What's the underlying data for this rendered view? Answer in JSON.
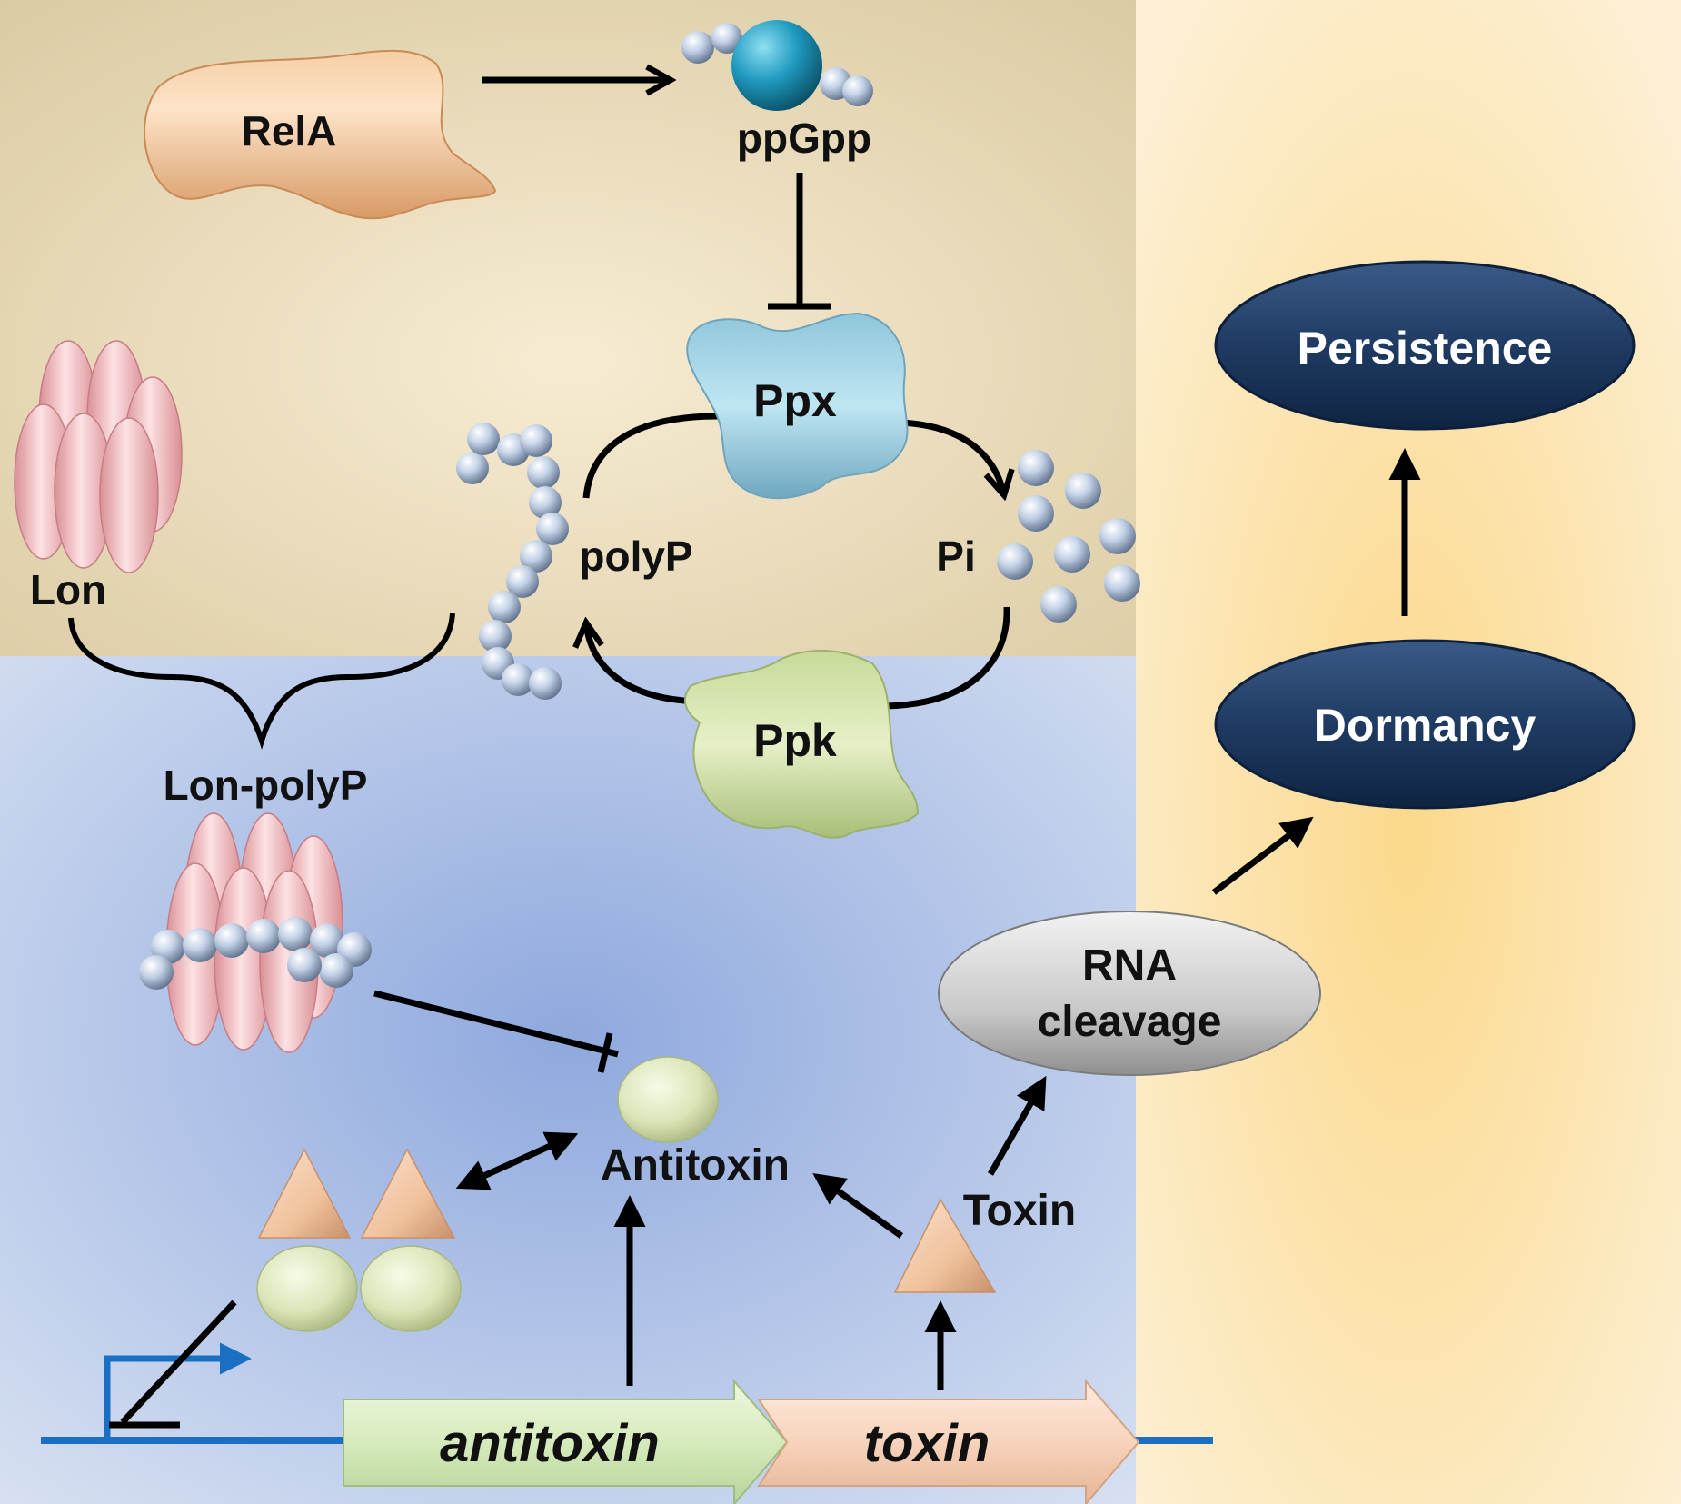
{
  "nodes": {
    "rela": "RelA",
    "ppgpp": "ppGpp",
    "ppx": "Ppx",
    "ppk": "Ppk",
    "polyp": "polyP",
    "pi": "Pi",
    "lon": "Lon",
    "lon_polyp": "Lon-polyP",
    "antitoxin_protein": "Antitoxin",
    "toxin_protein": "Toxin",
    "rna_cleavage_line1": "RNA",
    "rna_cleavage_line2": "cleavage",
    "dormancy": "Dormancy",
    "persistence": "Persistence"
  },
  "genes": {
    "antitoxin": "antitoxin",
    "toxin": "toxin"
  },
  "colors": {
    "top_region": "#efe3c4",
    "bottom_region": "#a9bde6",
    "right_region": "#fbe2a6",
    "outcome_oval": "#1f3b63",
    "rna_oval": "#cfcfcf",
    "rela_shape": "#f0b98a",
    "ppx_shape": "#9fd0e2",
    "ppk_shape": "#cfe0a6",
    "lon_shape": "#f2b9bd",
    "bead": "#b8c8e0",
    "ppgpp_core": "#1f8fb0",
    "antitoxin_blob": "#dde7bd",
    "toxin_triangle": "#f2c6a6",
    "promoter": "#1a6fc2",
    "gene_antitoxin": "#dcefc4",
    "gene_toxin": "#f9d8c2"
  }
}
